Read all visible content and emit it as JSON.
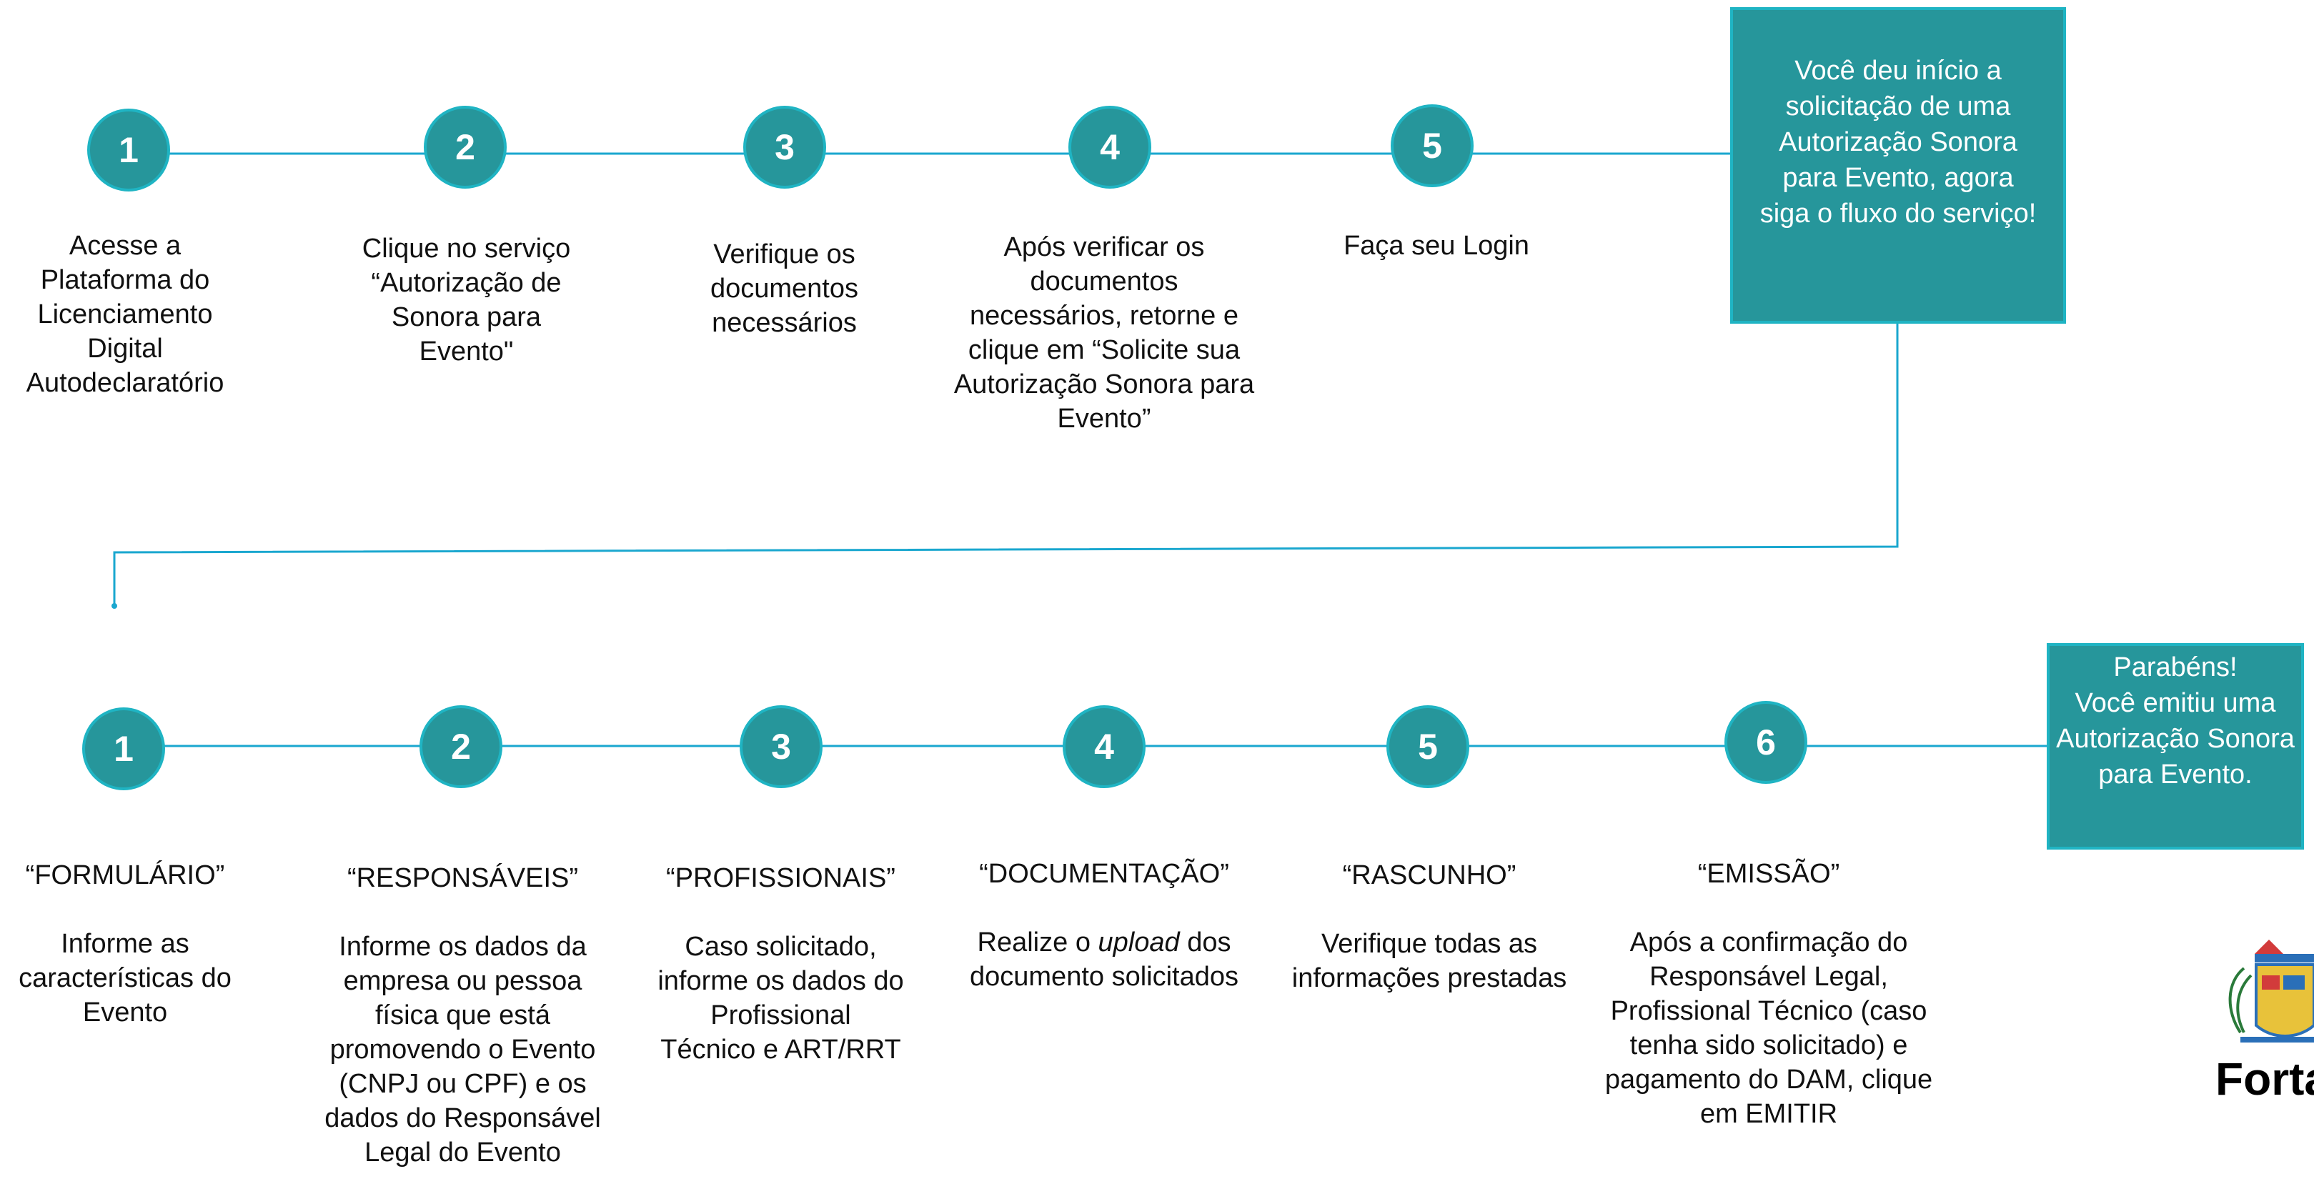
{
  "row1": {
    "steps": [
      {
        "number": "1",
        "text": "Acesse a\nPlataforma do\nLicenciamento\nDigital\nAutodeclaratório"
      },
      {
        "number": "2",
        "text": "Clique no serviço\n“Autorização de\nSonora para\nEvento\""
      },
      {
        "number": "3",
        "text": "Verifique os\ndocumentos\nnecessários"
      },
      {
        "number": "4",
        "text": "Após verificar os\ndocumentos\nnecessários, retorne e\nclique em “Solicite sua\nAutorização Sonora para\nEvento”"
      },
      {
        "number": "5",
        "text": "Faça seu Login"
      }
    ],
    "box_text": "Você deu início a\nsolicitação de uma\nAutorização Sonora\npara Evento, agora\nsiga o fluxo do serviço!"
  },
  "row2": {
    "steps": [
      {
        "number": "1",
        "title": "“FORMULÁRIO”",
        "text": "Informe as\ncaracterísticas do\nEvento"
      },
      {
        "number": "2",
        "title": "“RESPONSÁVEIS”",
        "text": "Informe os dados da\nempresa ou pessoa\nfísica que está\npromovendo o Evento\n(CNPJ ou CPF) e os\ndados do Responsável\nLegal do Evento"
      },
      {
        "number": "3",
        "title": "“PROFISSIONAIS”",
        "text": "Caso solicitado,\ninforme os dados do\nProfissional\nTécnico e ART/RRT"
      },
      {
        "number": "4",
        "title": "“DOCUMENTAÇÃO”",
        "text_pre": "Realize o ",
        "text_em": "upload",
        "text_post": " dos\ndocumento solicitados"
      },
      {
        "number": "5",
        "title": "“RASCUNHO”",
        "text": "Verifique todas as\ninformações prestadas"
      },
      {
        "number": "6",
        "title": "“EMISSÃO”",
        "text": "Após a confirmação do\nResponsável Legal,\nProfissional Técnico (caso\ntenha sido solicitado) e\npagamento do DAM, clique\nem EMITIR"
      }
    ],
    "box_text": "Parabéns!\nVocê emitiu uma\nAutorização Sonora\npara Evento."
  },
  "logo": {
    "text": "Fortaleza"
  },
  "colors": {
    "circle_fill": "#26969b",
    "circle_border": "#1fb4c3",
    "line": "#1aa7cf",
    "box_fill": "#26969b"
  }
}
